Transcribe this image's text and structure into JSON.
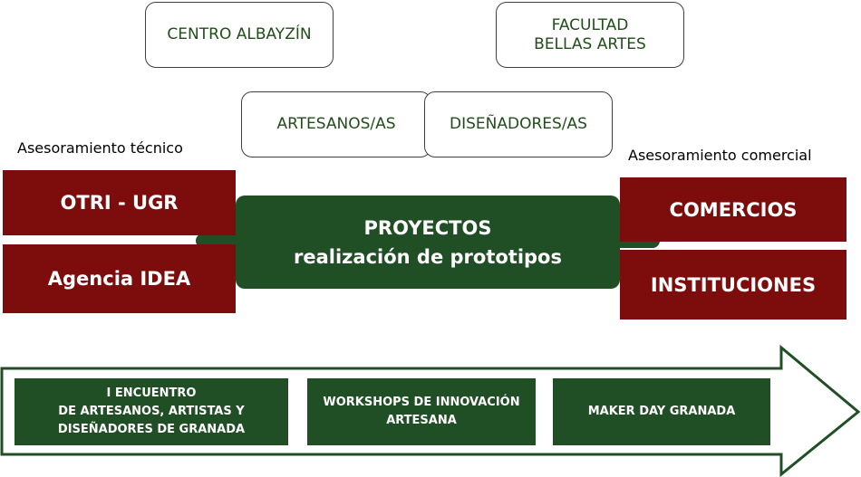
{
  "top_boxes": {
    "centro": "CENTRO ALBAYZÍN",
    "facultad": "FACULTAD\nBELLAS ARTES",
    "artesanos": "ARTESANOS/AS",
    "disenadores": "DISEÑADORES/AS"
  },
  "left": {
    "label": "Asesoramiento técnico",
    "otri": "OTRI - UGR",
    "idea": "Agencia IDEA"
  },
  "center": {
    "title": "PROYECTOS",
    "subtitle": "realización de prototipos"
  },
  "right": {
    "label": "Asesoramiento comercial",
    "comercios": "COMERCIOS",
    "instituciones": "INSTITUCIONES"
  },
  "timeline": {
    "items": [
      "I ENCUENTRO\nDE ARTESANOS, ARTISTAS Y\nDISEÑADORES DE GRANADA",
      "WORKSHOPS DE INNOVACIÓN\nARTESANA",
      "MAKER DAY GRANADA"
    ]
  },
  "colors": {
    "dark_red": "#7d0d0d",
    "dark_green": "#214f25",
    "text_green": "#214d1a"
  }
}
